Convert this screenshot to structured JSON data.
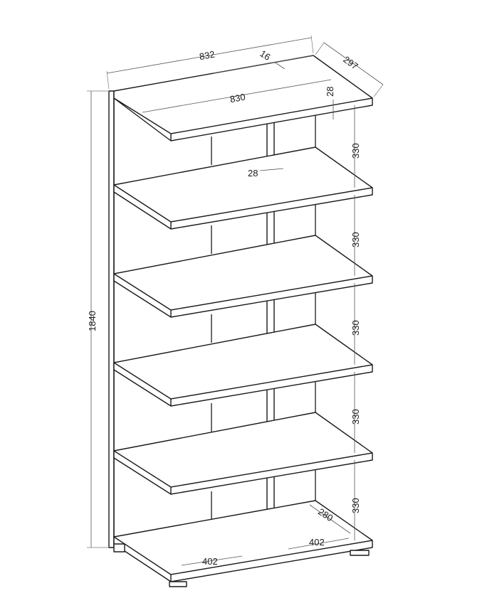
{
  "dimensions": {
    "overall_width": "832",
    "top_thickness": "16",
    "overall_depth": "297",
    "shelf_width": "830",
    "shelf_thickness": "28",
    "divider_thickness": "28",
    "overall_height": "1840",
    "shelf_spacing": [
      "330",
      "330",
      "330",
      "330",
      "330"
    ],
    "compartment_depth": "280",
    "compartment_width_left": "402",
    "compartment_width_right": "402"
  }
}
